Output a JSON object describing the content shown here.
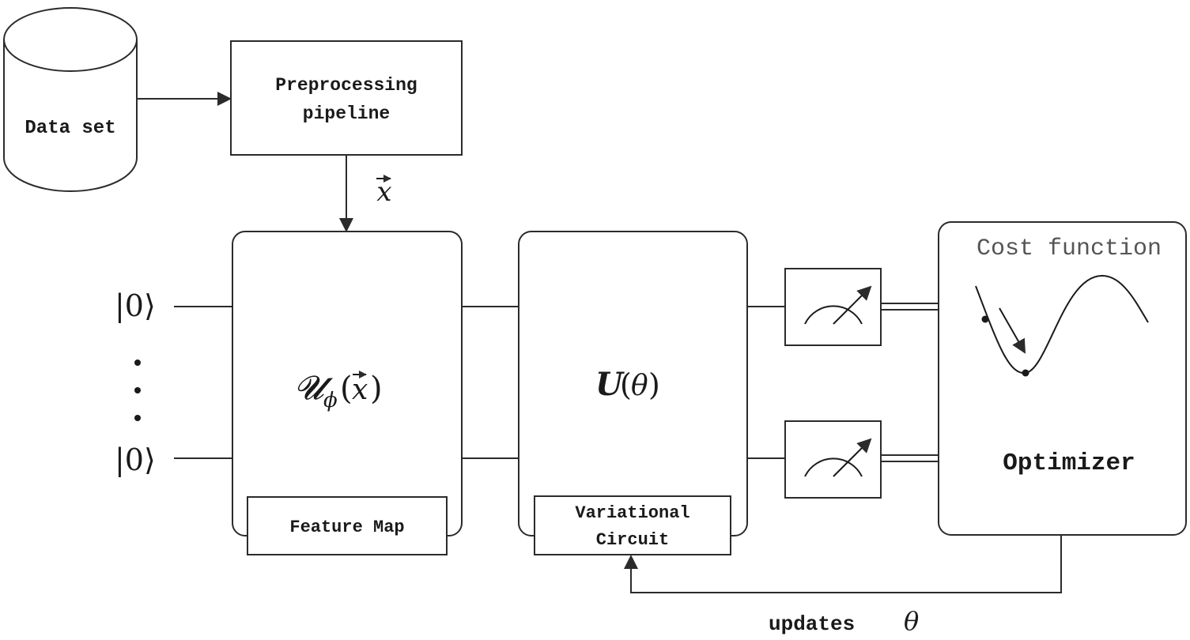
{
  "dataset": {
    "label": "Data set"
  },
  "preprocessing": {
    "line1": "Preprocessing",
    "line2": "pipeline"
  },
  "arrow_label": "x",
  "inputs": {
    "top_state": "|0⟩",
    "bottom_state": "|0⟩",
    "ellipsis": "⋮"
  },
  "feature_map": {
    "operator": "Uϕ(x)",
    "label": "Feature Map"
  },
  "variational": {
    "operator": "U(θ)",
    "label_line1": "Variational",
    "label_line2": "Circuit"
  },
  "measurement": {
    "icon_top": "meter-icon",
    "icon_bottom": "meter-icon"
  },
  "optimizer": {
    "title": "Cost function",
    "label": "Optimizer"
  },
  "feedback": {
    "label_text": "updates",
    "label_symbol": "θ"
  },
  "colors": {
    "stroke": "#2b2b2b",
    "text": "#1a1a1a",
    "muted": "#555555",
    "background": "#ffffff"
  }
}
